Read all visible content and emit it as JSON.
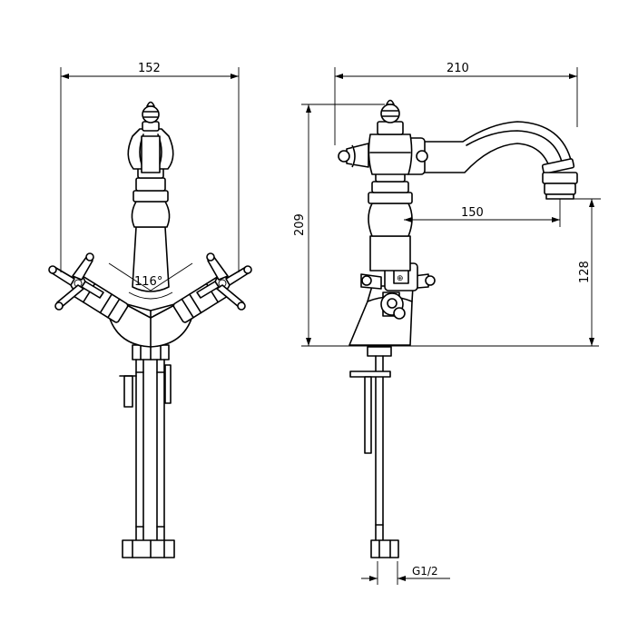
{
  "dimensions": {
    "front_width": "152",
    "angle": "116°",
    "side_width": "210",
    "height": "209",
    "spout_reach": "150",
    "spout_height": "128",
    "thread": "G1/2"
  }
}
